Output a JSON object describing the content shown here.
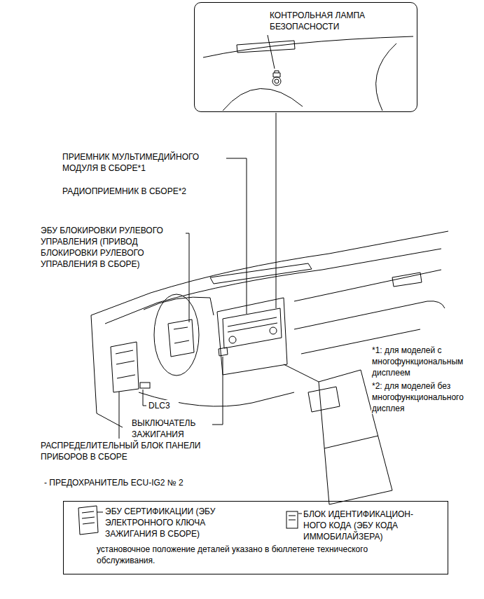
{
  "diagram": {
    "nodes": [
      {
        "text": [
          "КОНТРОЛЬНАЯ ЛАМПА БЕЗОПАСНОСТИ"
        ]
      },
      {
        "text": [
          "ЭБУ СЕРТИФИКАЦИИ (ЭБУ ЭЛЕКТРОННОГО КЛЮЧА ЗАЖИГАНИЯ В СБОРЕ)",
          "БЛОК ИДЕНТИФИКАЦИОН- НОГО КОДА (ЭБУ КОДА ИММОБИЛАЙЗЕРА)",
          "установочное положение деталей указано в бюллетене технического обслуживания."
        ]
      }
    ],
    "labels": [
      "ПРИЕМНИК МУЛЬТИМЕДИЙНОГО МОДУЛЯ В СБОРЕ*1",
      "РАДИОПРИЕМНИК В СБОРЕ*2",
      "ЭБУ БЛОКИРОВКИ РУЛЕВОГО УПРАВЛЕНИЯ (ПРИВОД БЛОКИРОВКИ РУЛЕВОГО УПРАВЛЕНИЯ В СБОРЕ)",
      "DLC3",
      "ВЫКЛЮЧАТЕЛЬ ЗАЖИГАНИЯ",
      "РАСПРЕДЕЛИТЕЛЬНЫЙ БЛОК ПАНЕЛИ ПРИБОРОВ В СБОРЕ",
      "- ПРЕДОХРАНИТЕЛЬ ECU-IG2 № 2",
      "*1: для моделей с многофункциональным дисплеем",
      "*2: для моделей без многофункционального дисплея"
    ]
  }
}
